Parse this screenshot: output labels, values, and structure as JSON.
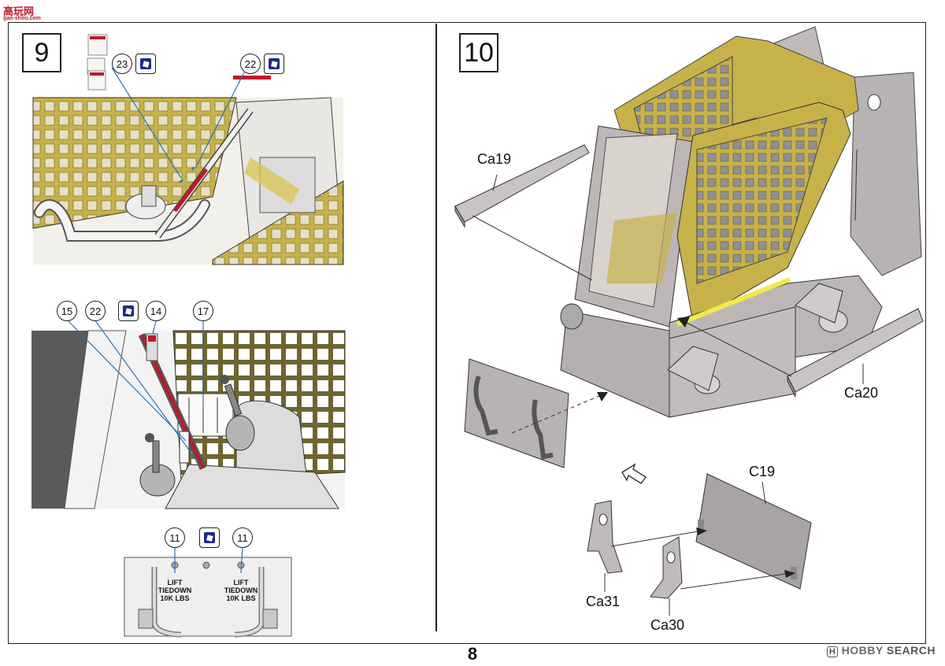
{
  "watermark": {
    "site": "高玩网",
    "url": "gao-shou.com"
  },
  "page_number": "8",
  "footer_brand": {
    "prefix": "H",
    "name": "HOBBY",
    "suffix": "SEARCH"
  },
  "step9": {
    "number": "9",
    "callouts_top": [
      "23",
      "22"
    ],
    "callouts_mid": [
      "15",
      "22",
      "14",
      "17"
    ],
    "callouts_bottom": [
      "11",
      "11"
    ],
    "tiedown_text": [
      "LIFT",
      "TIEDOWN",
      "10K LBS"
    ]
  },
  "step10": {
    "number": "10",
    "parts": {
      "ca19": "Ca19",
      "ca20": "Ca20",
      "c19": "C19",
      "ca31": "Ca31",
      "ca30": "Ca30"
    }
  },
  "colors": {
    "cab_yellow": "#c7b24a",
    "grey_part": "#b8b2b2",
    "line": "#222222",
    "decal_blue": "#1e2b8a",
    "red": "#c0182a"
  }
}
